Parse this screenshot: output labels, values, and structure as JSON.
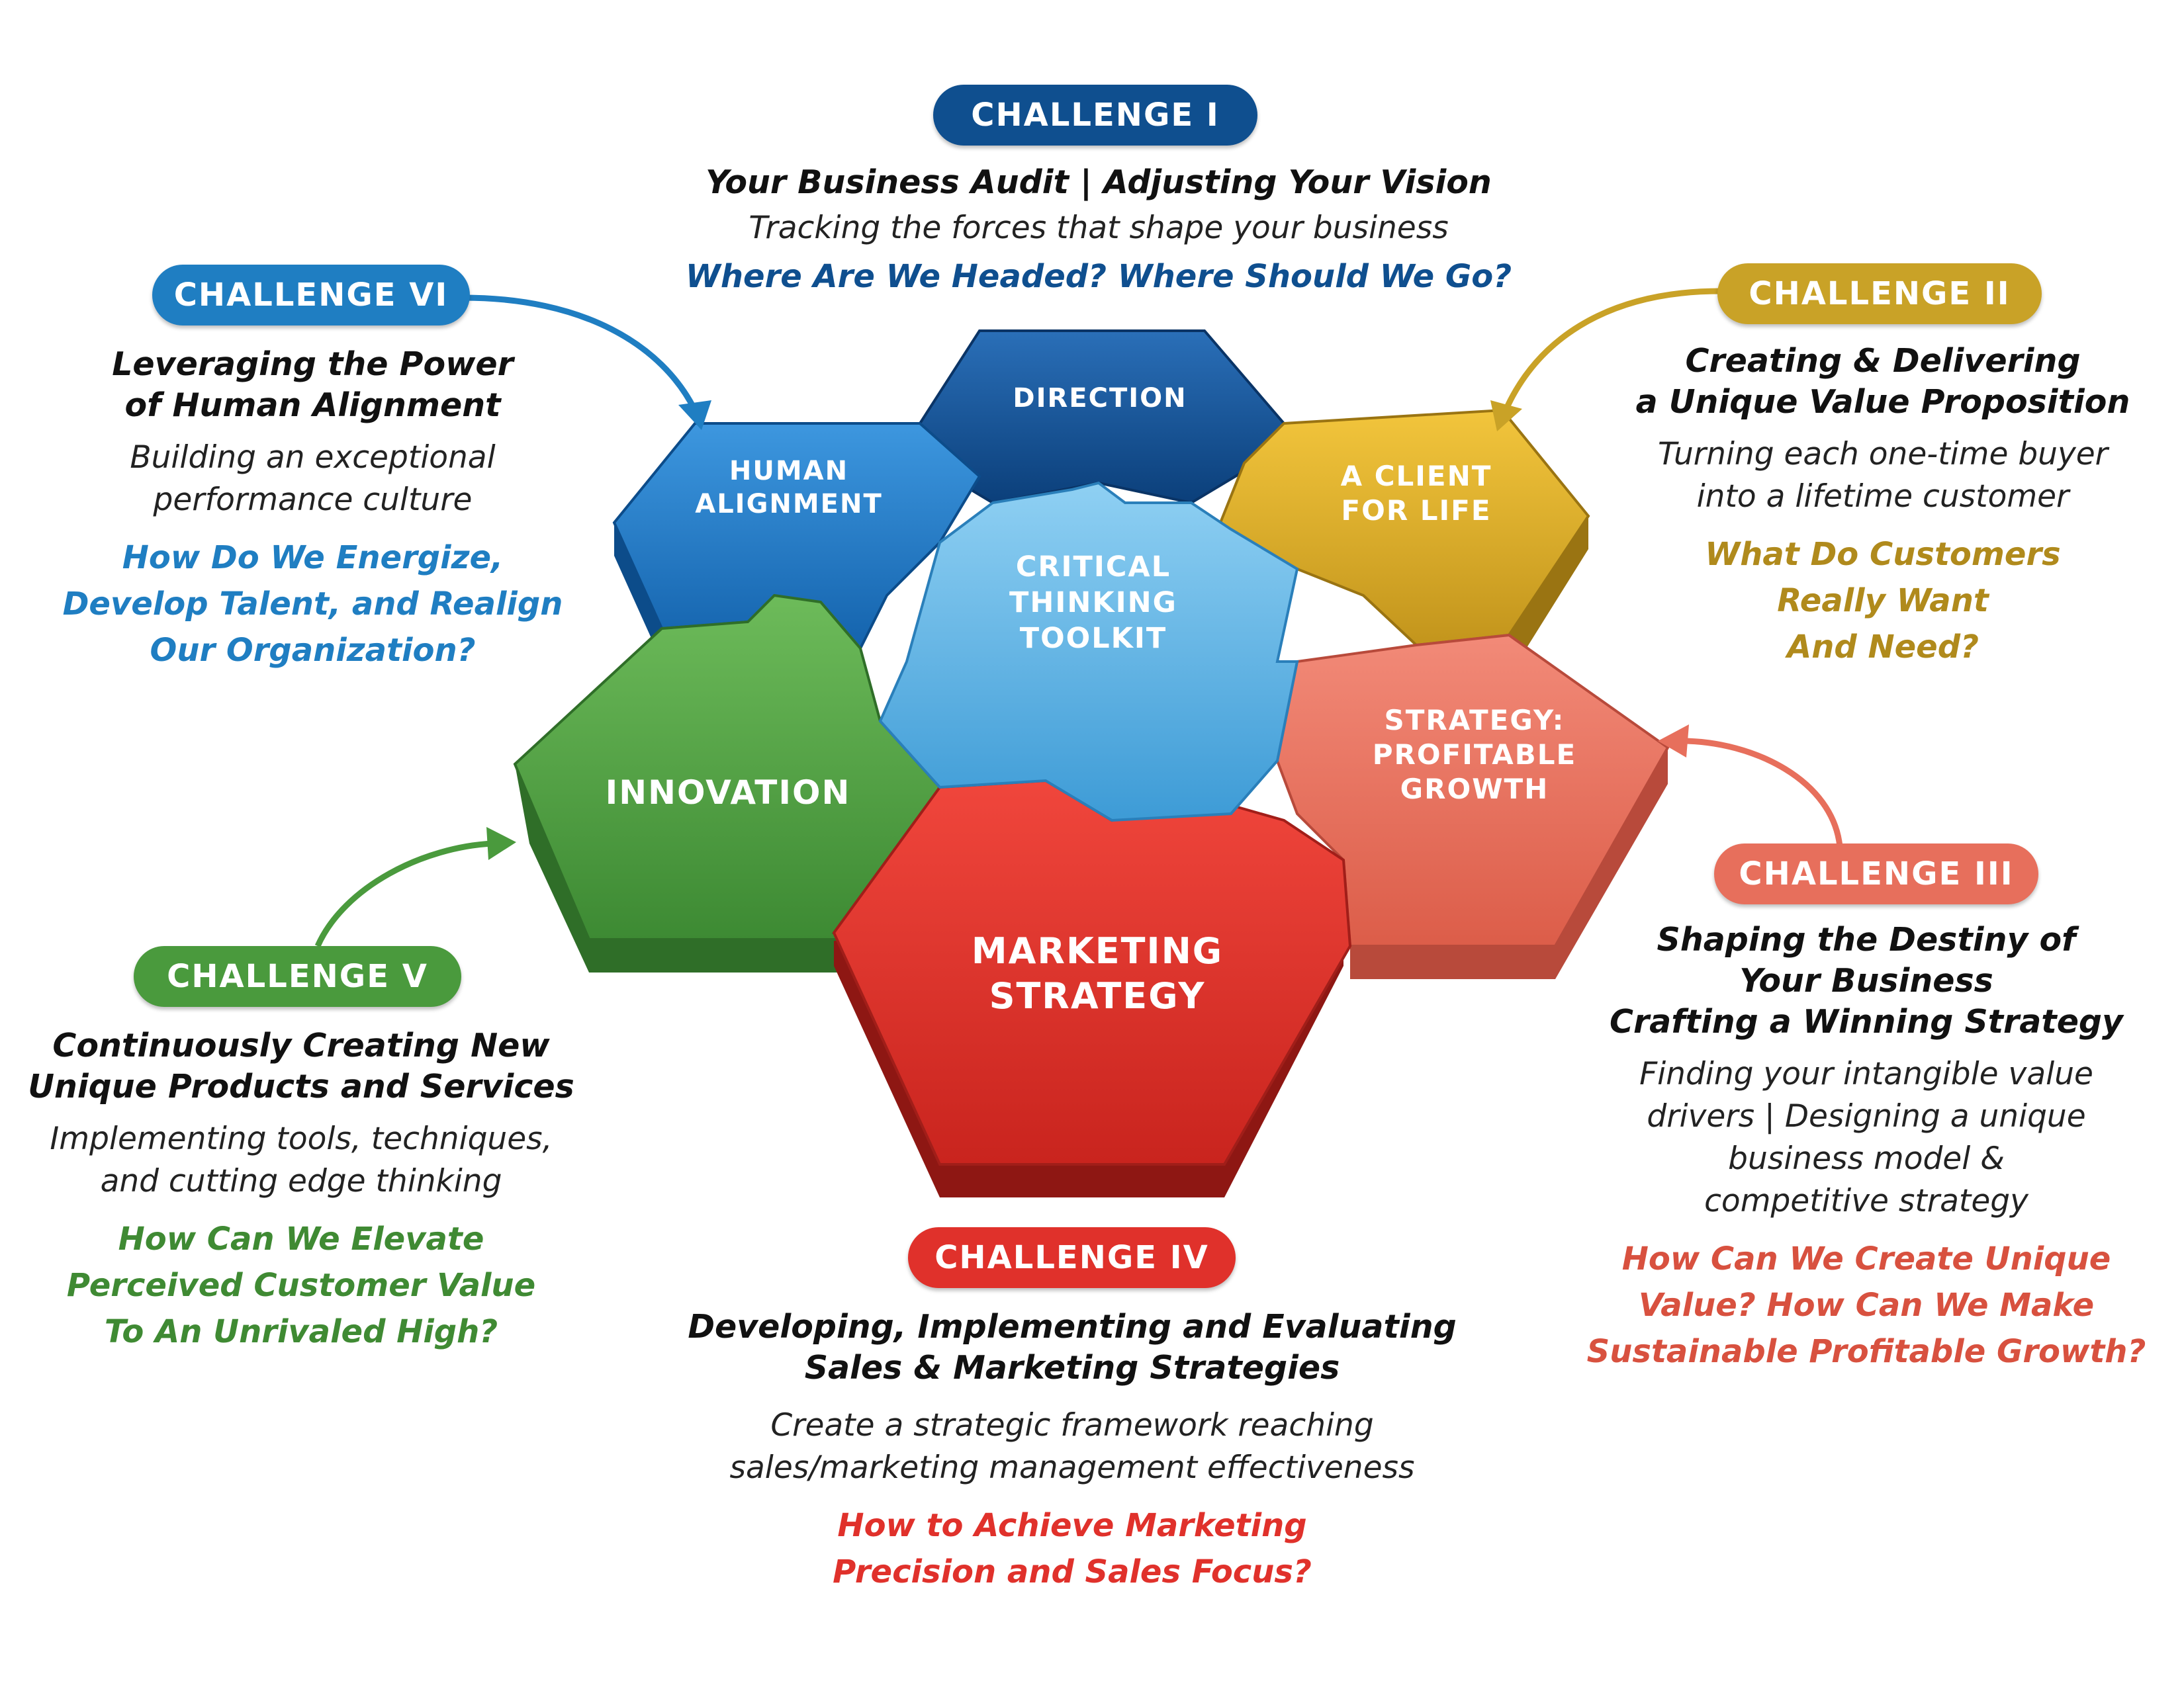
{
  "colors": {
    "challenge_1": "#0f4f8f",
    "challenge_2": "#c9a227",
    "challenge_3": "#e76f5c",
    "challenge_4": "#e0312b",
    "challenge_5": "#4a9a3d",
    "challenge_6": "#1f7ec2",
    "center": "#4ea8dc"
  },
  "puzzle": {
    "direction": "DIRECTION",
    "human_alignment": [
      "HUMAN",
      "ALIGNMENT"
    ],
    "client_for_life": [
      "A CLIENT",
      "FOR LIFE"
    ],
    "center": [
      "CRITICAL",
      "THINKING",
      "TOOLKIT"
    ],
    "innovation": "INNOVATION",
    "strategy_growth": [
      "STRATEGY:",
      "PROFITABLE",
      "GROWTH"
    ],
    "marketing": [
      "MARKETING",
      "STRATEGY"
    ]
  },
  "challenges": {
    "c1": {
      "label": "CHALLENGE I",
      "title": "Your Business Audit | Adjusting Your Vision",
      "sub": "Tracking the forces that shape your business",
      "question": "Where Are We Headed? Where Should We Go?"
    },
    "c2": {
      "label": "CHALLENGE II",
      "title": "Creating & Delivering\na Unique Value Proposition",
      "sub": "Turning each one-time buyer\ninto a lifetime customer",
      "question": "What Do Customers\nReally Want\nAnd Need?"
    },
    "c3": {
      "label": "CHALLENGE III",
      "title": "Shaping the Destiny of\nYour Business\nCrafting a Winning Strategy",
      "sub": "Finding your intangible value\ndrivers | Designing a unique\nbusiness model &\ncompetitive strategy",
      "question": "How Can We Create Unique\nValue? How Can We Make\nSustainable Profitable Growth?"
    },
    "c4": {
      "label": "CHALLENGE IV",
      "title": "Developing, Implementing and Evaluating\nSales & Marketing Strategies",
      "sub": "Create a strategic framework reaching\nsales/marketing management effectiveness",
      "question": "How to Achieve Marketing\nPrecision and Sales Focus?"
    },
    "c5": {
      "label": "CHALLENGE V",
      "title": "Continuously Creating New\nUnique Products and Services",
      "sub": "Implementing tools, techniques,\nand cutting edge thinking",
      "question": "How Can We Elevate\nPerceived Customer Value\nTo An Unrivaled High?"
    },
    "c6": {
      "label": "CHALLENGE VI",
      "title": "Leveraging the Power\nof Human Alignment",
      "sub": "Building an exceptional\nperformance culture",
      "question": "How Do We Energize,\nDevelop Talent, and Realign\nOur Organization?"
    }
  }
}
